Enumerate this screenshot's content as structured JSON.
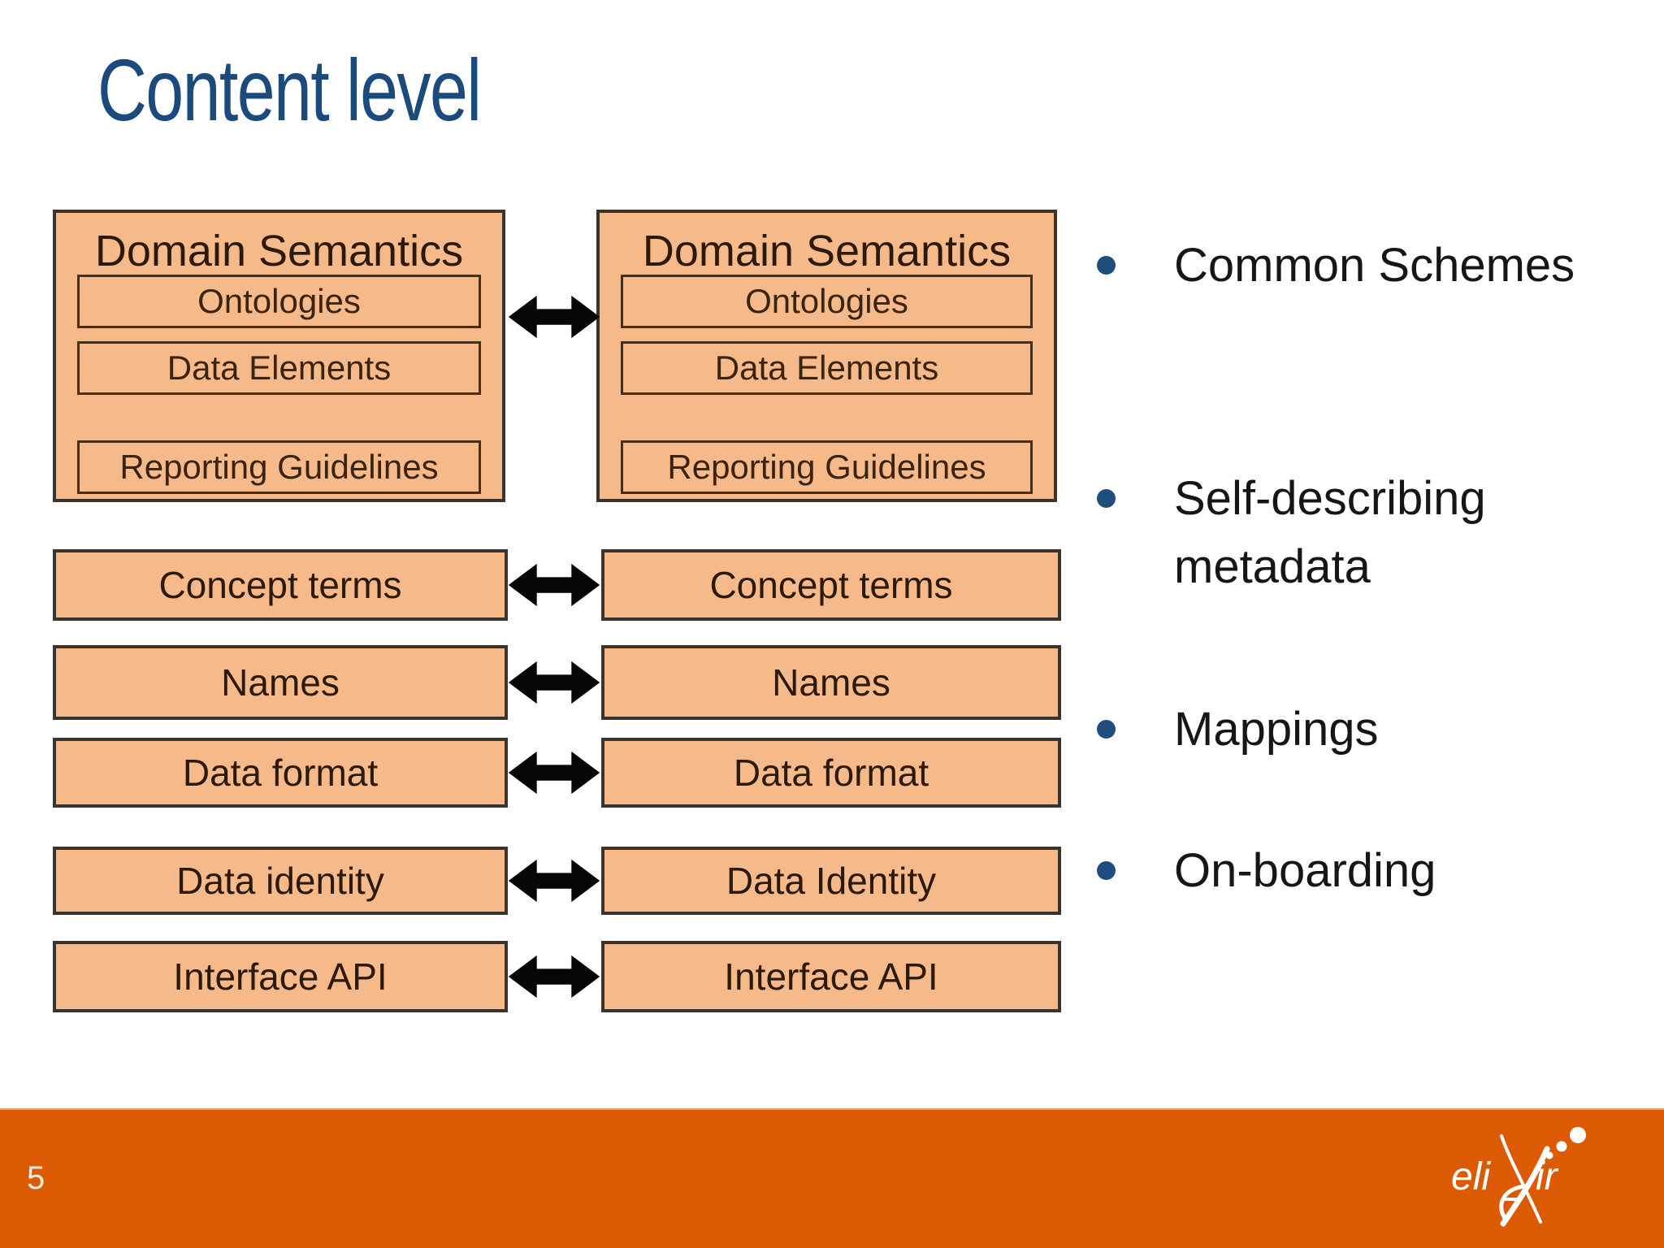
{
  "slide": {
    "title": "Content level"
  },
  "diagram": {
    "domain_left": {
      "title": "Domain Semantics",
      "items": [
        "Ontologies",
        "Data Elements",
        "Reporting Guidelines"
      ]
    },
    "domain_right": {
      "title": "Domain Semantics",
      "items": [
        "Ontologies",
        "Data Elements",
        "Reporting Guidelines"
      ]
    },
    "rows": [
      {
        "left": "Concept terms",
        "right": "Concept terms"
      },
      {
        "left": "Names",
        "right": "Names"
      },
      {
        "left": "Data format",
        "right": "Data format"
      },
      {
        "left": "Data identity",
        "right": "Data Identity"
      },
      {
        "left": "Interface API",
        "right": "Interface API"
      }
    ]
  },
  "bullets": {
    "items": [
      "Common Schemes",
      "Self-describing metadata",
      "Mappings",
      "On-boarding"
    ]
  },
  "footer": {
    "page_number": "5",
    "logo": {
      "text": "elixir",
      "left": "eli",
      "right": "ir"
    }
  },
  "colors": {
    "title": "#1b4a7d",
    "box_fill": "#f6ba8a",
    "box_border": "#3a342d",
    "inner_border": "#4a2f15",
    "box_text": "#2b1a0a",
    "arrow": "#060606",
    "bullet_dot": "#1d4e7e",
    "bullet_text": "#161616",
    "footer_bg": "#dd5a04",
    "page_number_text": "#f8ecdc",
    "logo": "#ffffff"
  }
}
